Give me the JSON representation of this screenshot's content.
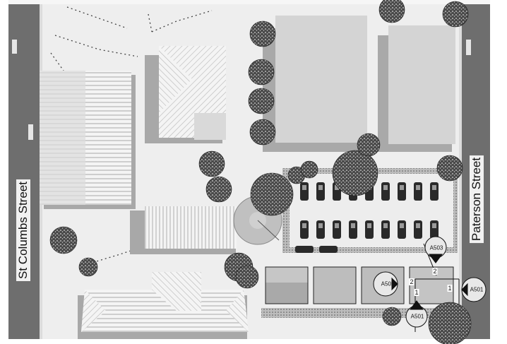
{
  "streets": {
    "west": "St Columbs Street",
    "east": "Paterson Street"
  },
  "section_markers": [
    {
      "id": "A501",
      "label": "A501"
    },
    {
      "id": "A502",
      "label": "A502"
    },
    {
      "id": "A503",
      "label": "A503"
    },
    {
      "id": "A504",
      "label": "A501"
    }
  ],
  "grid_numbers": [
    "1",
    "1",
    "2",
    "2"
  ],
  "colors": {
    "road": "#6e6e6e",
    "ground": "#ececec",
    "building": "#d5d5d5",
    "shadow": "#a9a9a9",
    "tree": "#3a3a3a"
  }
}
